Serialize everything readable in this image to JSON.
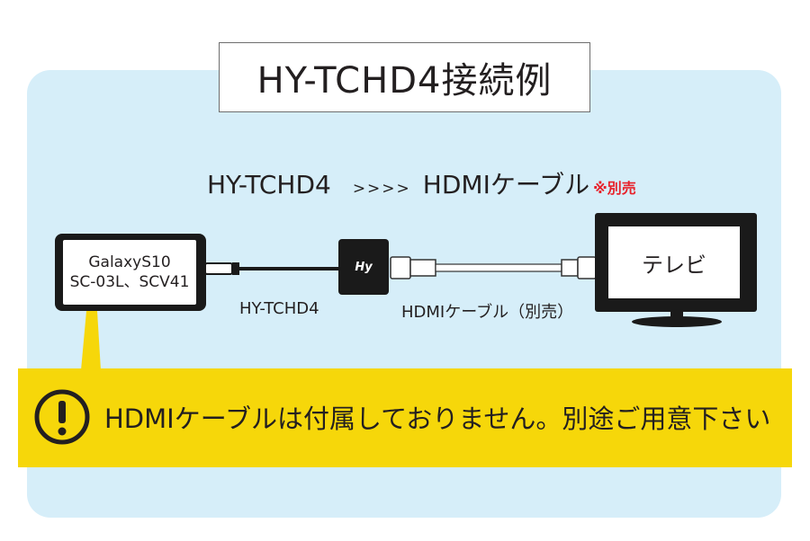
{
  "title": "HY-TCHD4接続例",
  "flow": {
    "product": "HY-TCHD4",
    "arrows": ">>>>",
    "cable": "HDMIケーブル",
    "note": "※別売"
  },
  "phone": {
    "line1": "GalaxyS10",
    "line2": "SC-03L、SCV41"
  },
  "adapter": {
    "logo": "Hy"
  },
  "labels": {
    "adapter": "HY-TCHD4",
    "cable": "HDMIケーブル（別売）",
    "tv": "テレビ"
  },
  "banner": {
    "text": "HDMIケーブルは付属しておりません。別途ご用意下さい"
  },
  "icons": {
    "warning": "exclamation-circle-icon"
  },
  "colors": {
    "panel": "#d6eef9",
    "banner": "#f6d70a",
    "note": "#e8212a",
    "device": "#1a1a1a"
  }
}
